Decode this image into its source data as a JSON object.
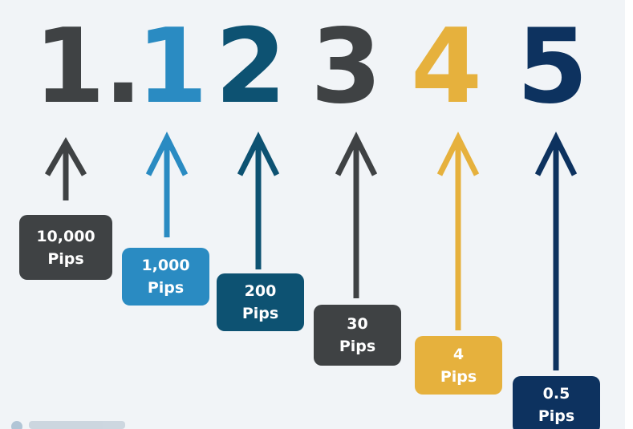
{
  "colors": {
    "background": "#f1f4f7",
    "charcoal": "#3f4244",
    "light_blue": "#2a8bc2",
    "teal": "#0d5272",
    "gold": "#e6b13d",
    "navy": "#0d325f"
  },
  "columns": [
    {
      "digit": "1.",
      "value": "10,000",
      "unit": "Pips",
      "color": "#3f4244"
    },
    {
      "digit": "1",
      "value": "1,000",
      "unit": "Pips",
      "color": "#2a8bc2"
    },
    {
      "digit": "2",
      "value": "200",
      "unit": "Pips",
      "color": "#0d5272"
    },
    {
      "digit": "3",
      "value": "30",
      "unit": "Pips",
      "color": "#3f4244"
    },
    {
      "digit": "4",
      "value": "4",
      "unit": "Pips",
      "color": "#e6b13d"
    },
    {
      "digit": "5",
      "value": "0.5",
      "unit": "Pips",
      "color": "#0d325f"
    }
  ],
  "watermark_icon": "watermark-logo-icon"
}
